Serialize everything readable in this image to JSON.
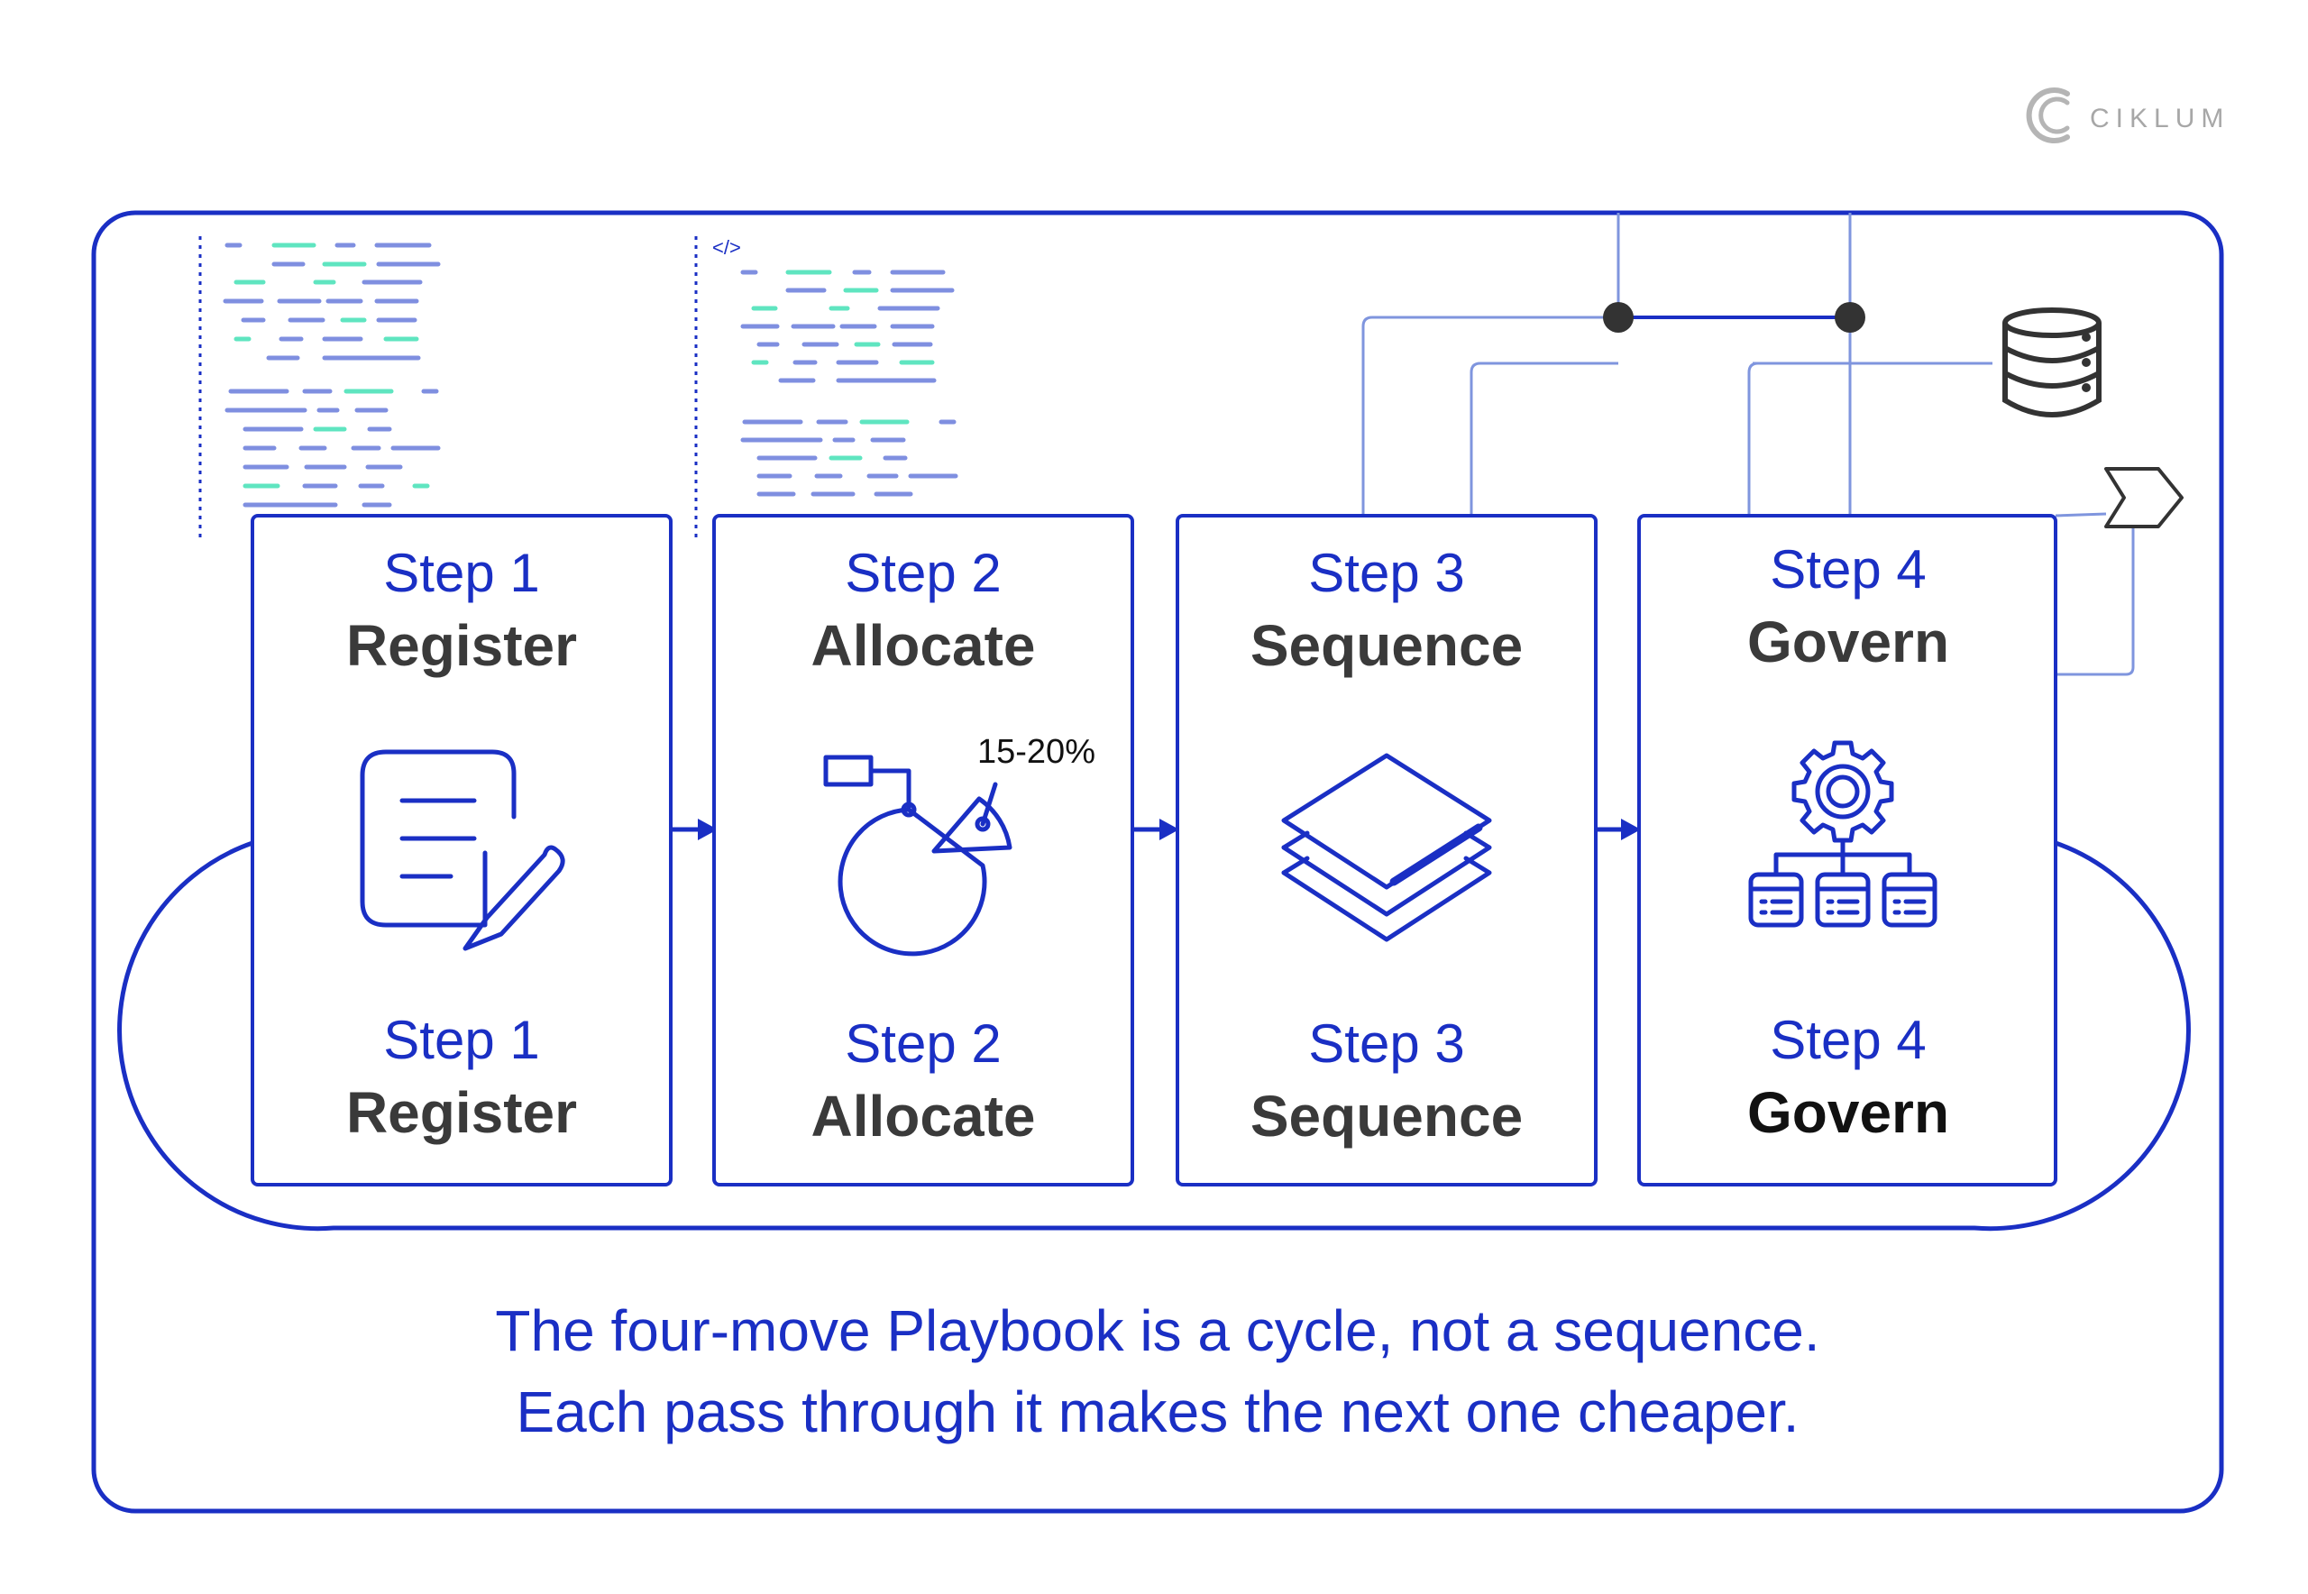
{
  "brand": {
    "name": "CIKLUM",
    "icon": "ciklum-logo-icon"
  },
  "steps": [
    {
      "number": "Step 1",
      "name": "Register",
      "icon": "document-pencil-icon"
    },
    {
      "number": "Step 2",
      "name": "Allocate",
      "icon": "pie-chart-icon",
      "annotation": "15-20%"
    },
    {
      "number": "Step 3",
      "name": "Sequence",
      "icon": "layers-icon"
    },
    {
      "number": "Step 4",
      "name": "Govern",
      "icon": "gear-hierarchy-icon"
    }
  ],
  "decorations": {
    "code_tag": "</>",
    "database_icon": "database-icon",
    "output_icon": "chevron-arrow-icon"
  },
  "caption": {
    "line1": "The four-move Playbook is a cycle, not a sequence.",
    "line2": "Each pass through it makes the next one cheaper."
  },
  "colors": {
    "primary": "#1a2fc4",
    "connector": "#7f95de",
    "code_mint": "#5fe5c0",
    "code_periwinkle": "#7f8fe0",
    "text_dark": "#3a3a3a",
    "brand_gray": "#a7a7a7"
  }
}
